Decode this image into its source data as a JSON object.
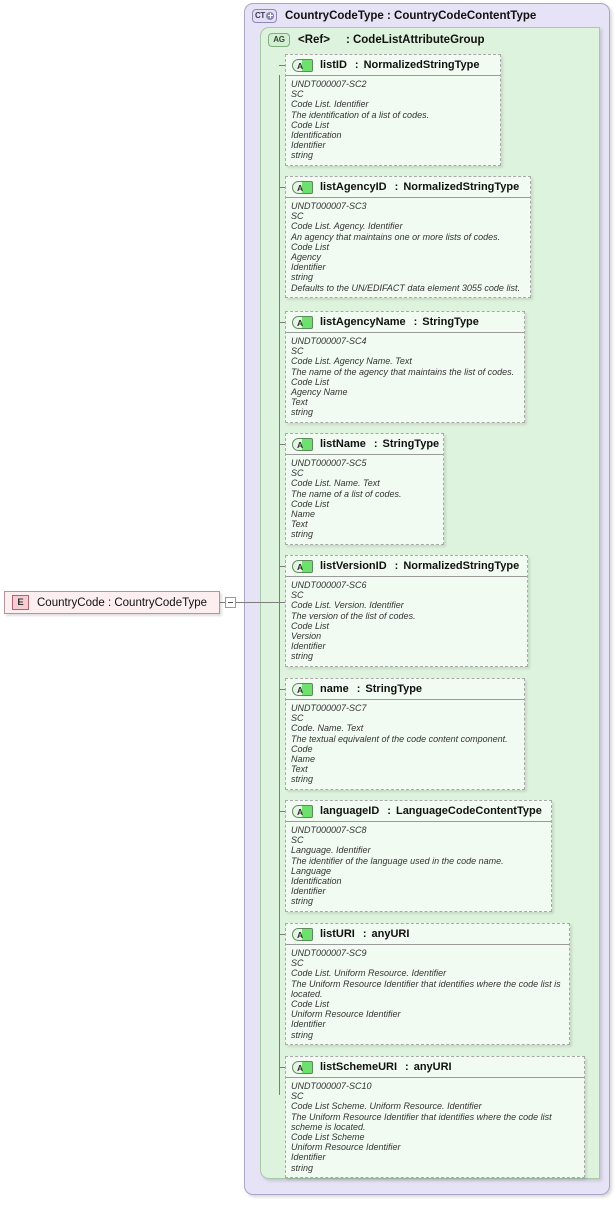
{
  "element": {
    "icon": "element-icon",
    "icon_label": "E",
    "label": "CountryCode : CountryCodeType"
  },
  "complex_type": {
    "icon": "complex-type-icon",
    "icon_label": "CT",
    "title": "CountryCodeType : CountryCodeContentType"
  },
  "attribute_group": {
    "icon": "attribute-group-icon",
    "icon_label": "AG",
    "ref": "<Ref>",
    "title": ": CodeListAttributeGroup"
  },
  "attributes": [
    {
      "icon_label": "A",
      "name": "listID",
      "sep": ":",
      "type": "NormalizedStringType",
      "lines": [
        "UNDT000007-SC2",
        "SC",
        "Code List. Identifier",
        "The identification of a list of codes.",
        "Code List",
        "Identification",
        "Identifier",
        "string"
      ]
    },
    {
      "icon_label": "A",
      "name": "listAgencyID",
      "sep": ":",
      "type": "NormalizedStringType",
      "lines": [
        "UNDT000007-SC3",
        "SC",
        "Code List. Agency. Identifier",
        "An agency that maintains one or more lists of codes.",
        "Code List",
        "Agency",
        "Identifier",
        "string",
        "Defaults to the UN/EDIFACT data element 3055 code list."
      ]
    },
    {
      "icon_label": "A",
      "name": "listAgencyName",
      "sep": ":",
      "type": "StringType",
      "lines": [
        "UNDT000007-SC4",
        "SC",
        "Code List. Agency Name. Text",
        "The name of the agency that maintains the list of codes.",
        "Code List",
        "Agency Name",
        "Text",
        "string"
      ]
    },
    {
      "icon_label": "A",
      "name": "listName",
      "sep": ":",
      "type": "StringType",
      "lines": [
        "UNDT000007-SC5",
        "SC",
        "Code List. Name. Text",
        "The name of a list of codes.",
        "Code List",
        "Name",
        "Text",
        "string"
      ]
    },
    {
      "icon_label": "A",
      "name": "listVersionID",
      "sep": ":",
      "type": "NormalizedStringType",
      "lines": [
        "UNDT000007-SC6",
        "SC",
        "Code List. Version. Identifier",
        "The version of the list of codes.",
        "Code List",
        "Version",
        "Identifier",
        "string"
      ]
    },
    {
      "icon_label": "A",
      "name": "name",
      "sep": ":",
      "type": "StringType",
      "lines": [
        "UNDT000007-SC7",
        "SC",
        "Code. Name. Text",
        "The textual equivalent of the code content component.",
        "Code",
        "Name",
        "Text",
        "string"
      ]
    },
    {
      "icon_label": "A",
      "name": "languageID",
      "sep": ":",
      "type": "LanguageCodeContentType",
      "lines": [
        "UNDT000007-SC8",
        "SC",
        "Language. Identifier",
        "The identifier of the language used in the code name.",
        "Language",
        "Identification",
        "Identifier",
        "string"
      ]
    },
    {
      "icon_label": "A",
      "name": "listURI",
      "sep": ":",
      "type": "anyURI",
      "lines": [
        "UNDT000007-SC9",
        "SC",
        "Code List. Uniform Resource. Identifier",
        "The Uniform Resource Identifier that identifies where the code list is located.",
        "Code List",
        "Uniform Resource Identifier",
        "Identifier",
        "string"
      ]
    },
    {
      "icon_label": "A",
      "name": "listSchemeURI",
      "sep": ":",
      "type": "anyURI",
      "lines": [
        "UNDT000007-SC10",
        "SC",
        "Code List Scheme. Uniform Resource. Identifier",
        "The Uniform Resource Identifier that identifies where the code list scheme is located.",
        "Code List Scheme",
        "Uniform Resource Identifier",
        "Identifier",
        "string"
      ]
    }
  ],
  "colors": {
    "element_fill": "#fdeef0",
    "element_border": "#b9939a",
    "complex_type_fill": "#e5e3f5",
    "attribute_group_fill": "#ddf3dd",
    "attribute_fill": "#f2fbf2",
    "connector": "#7d7d7d"
  }
}
